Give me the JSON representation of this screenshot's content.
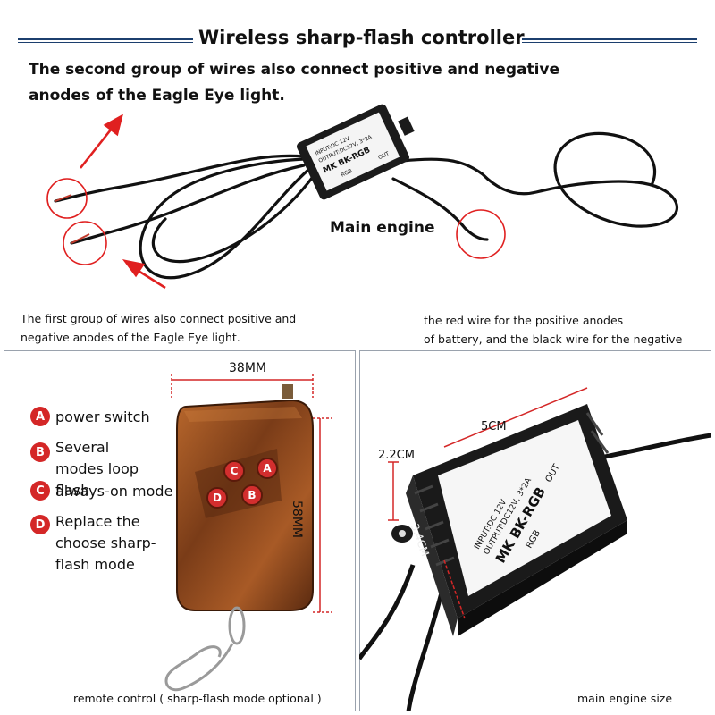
{
  "header": {
    "title": "Wireless sharp-flash controller",
    "note": "The second group of wires also connect positive and negative anodes of the Eagle Eye light."
  },
  "wires_photo": {
    "main_engine_label": "Main engine",
    "device_text": [
      "INPUT:DC 12V",
      "OUTPUT:DC12V, 3*2A",
      "MK BK-RGB",
      "RGB",
      "OUT"
    ]
  },
  "notes": {
    "first_group": "The first group of wires also connect positive and negative anodes of the Eagle Eye light.",
    "red_wire_line1": "the red wire for the positive anodes",
    "red_wire_line2": "of battery, and the black wire for the negative"
  },
  "remote_panel": {
    "width_label": "38MM",
    "height_label": "58MM",
    "legend": [
      {
        "letter": "A",
        "text": "power switch"
      },
      {
        "letter": "B",
        "text": "Several modes loop flash"
      },
      {
        "letter": "C",
        "text": "always-on mode"
      },
      {
        "letter": "D",
        "text": "Replace the choose sharp-flash mode"
      }
    ],
    "buttons": [
      "C",
      "A",
      "D",
      "B"
    ],
    "caption": "remote control ( sharp-flash mode optional )"
  },
  "engine_panel": {
    "length_label": "5CM",
    "height_label": "2.2CM",
    "depth_label": "3.4CM",
    "device_text": [
      "INPUT:DC 12V",
      "OUTPUT:DC12V, 3*2A",
      "MK BK-RGB",
      "RGB",
      "OUT"
    ],
    "caption": "main engine size"
  },
  "colors": {
    "header_line": "#1c3f6e",
    "badge_red": "#d42727",
    "arrow_red": "#e02020",
    "wood_brown": "#8a4a22"
  }
}
